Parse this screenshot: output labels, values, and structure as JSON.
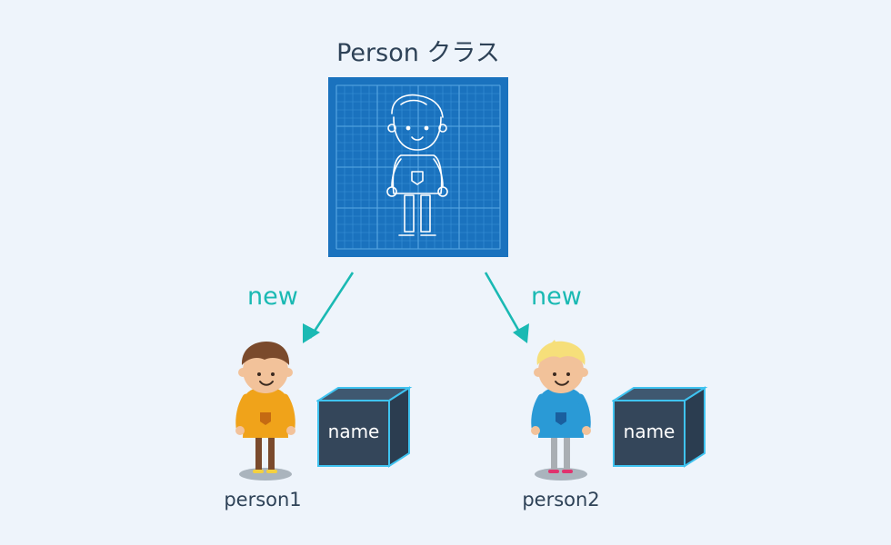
{
  "title": "Person クラス",
  "arrows": {
    "left_label": "new",
    "right_label": "new"
  },
  "instances": [
    {
      "label": "person1",
      "box_label": "name"
    },
    {
      "label": "person2",
      "box_label": "name"
    }
  ],
  "colors": {
    "background": "#eef4fb",
    "text": "#2e4257",
    "accent": "#1ab9b3",
    "blueprint": "#1a72be",
    "box": "#34465a",
    "box_edge": "#3fc3f0"
  }
}
